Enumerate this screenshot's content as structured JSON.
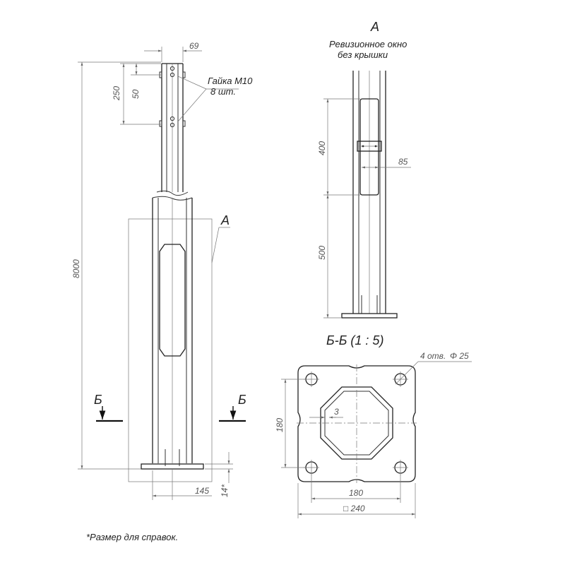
{
  "main_view": {
    "width_dim": "69",
    "spacing_dim_250": "250",
    "spacing_dim_50": "50",
    "nut_label_1": "Гайка М10",
    "nut_label_2": "8 шт.",
    "height_dim": "8000",
    "view_ref": "А",
    "cut_mark_left": "Б",
    "cut_mark_right": "Б",
    "base_dim": "145",
    "base_ref_dim": "14*"
  },
  "view_a": {
    "title": "А",
    "subtitle_1": "Ревизионное окно",
    "subtitle_2": "без крышки",
    "window_height_dim": "400",
    "window_width_dim": "85",
    "offset_dim": "500"
  },
  "section_bb": {
    "title": "Б-Б (1 : 5)",
    "holes_label": "4 отв.",
    "holes_diameter": "Φ 25",
    "wall_dim": "3",
    "vertical_dim": "180",
    "horizontal_dim": "180",
    "plate_dim": "□ 240"
  },
  "footnote": "*Размер для справок."
}
